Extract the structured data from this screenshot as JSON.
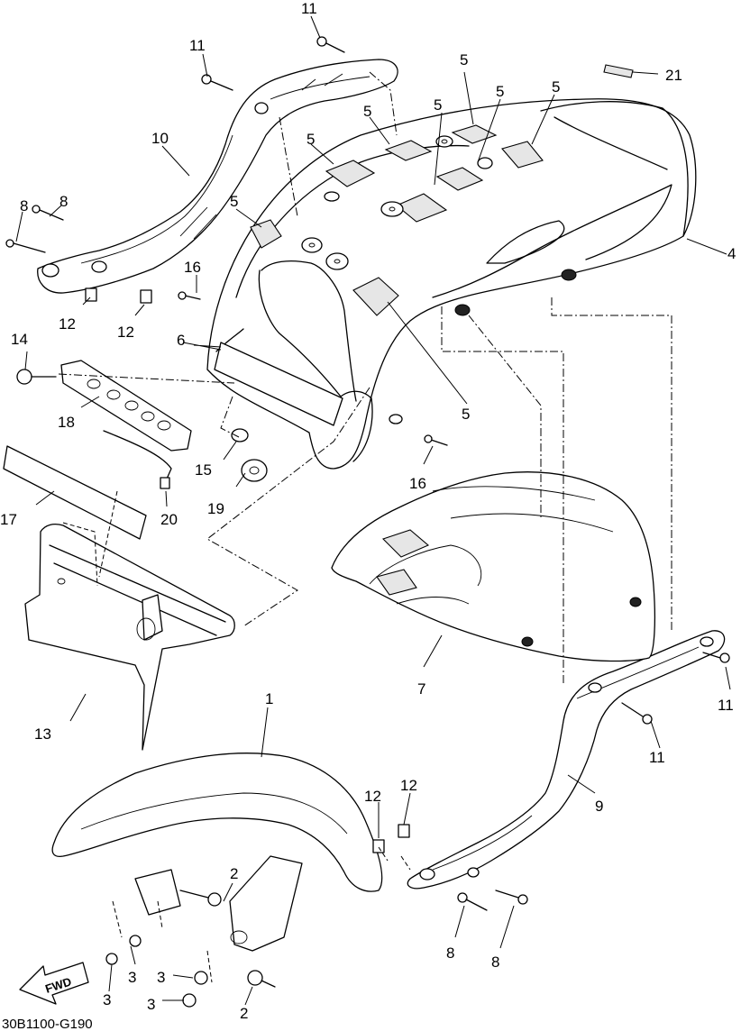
{
  "diagram": {
    "drawing_code": "30B1100-G190",
    "fwd_label": "FWD",
    "callouts": [
      {
        "id": "c11a",
        "label": "11"
      },
      {
        "id": "c11b",
        "label": "11"
      },
      {
        "id": "c5a",
        "label": "5"
      },
      {
        "id": "c21",
        "label": "21"
      },
      {
        "id": "c5b",
        "label": "5"
      },
      {
        "id": "c5c",
        "label": "5"
      },
      {
        "id": "c5d",
        "label": "5"
      },
      {
        "id": "c5e",
        "label": "5"
      },
      {
        "id": "c5f",
        "label": "5"
      },
      {
        "id": "c10",
        "label": "10"
      },
      {
        "id": "c8a",
        "label": "8"
      },
      {
        "id": "c8b",
        "label": "8"
      },
      {
        "id": "c5g",
        "label": "5"
      },
      {
        "id": "c4",
        "label": "4"
      },
      {
        "id": "c16a",
        "label": "16"
      },
      {
        "id": "c12a",
        "label": "12"
      },
      {
        "id": "c12b",
        "label": "12"
      },
      {
        "id": "c14",
        "label": "14"
      },
      {
        "id": "c6",
        "label": "6"
      },
      {
        "id": "c18",
        "label": "18"
      },
      {
        "id": "c5h",
        "label": "5"
      },
      {
        "id": "c15",
        "label": "15"
      },
      {
        "id": "c16b",
        "label": "16"
      },
      {
        "id": "c17",
        "label": "17"
      },
      {
        "id": "c19",
        "label": "19"
      },
      {
        "id": "c20",
        "label": "20"
      },
      {
        "id": "c7",
        "label": "7"
      },
      {
        "id": "c13",
        "label": "13"
      },
      {
        "id": "c1",
        "label": "1"
      },
      {
        "id": "c11c",
        "label": "11"
      },
      {
        "id": "c11d",
        "label": "11"
      },
      {
        "id": "c9",
        "label": "9"
      },
      {
        "id": "c12c",
        "label": "12"
      },
      {
        "id": "c12d",
        "label": "12"
      },
      {
        "id": "c2a",
        "label": "2"
      },
      {
        "id": "c8c",
        "label": "8"
      },
      {
        "id": "c8d",
        "label": "8"
      },
      {
        "id": "c3a",
        "label": "3"
      },
      {
        "id": "c3b",
        "label": "3"
      },
      {
        "id": "c3c",
        "label": "3"
      },
      {
        "id": "c3d",
        "label": "3"
      },
      {
        "id": "c2b",
        "label": "2"
      }
    ]
  }
}
